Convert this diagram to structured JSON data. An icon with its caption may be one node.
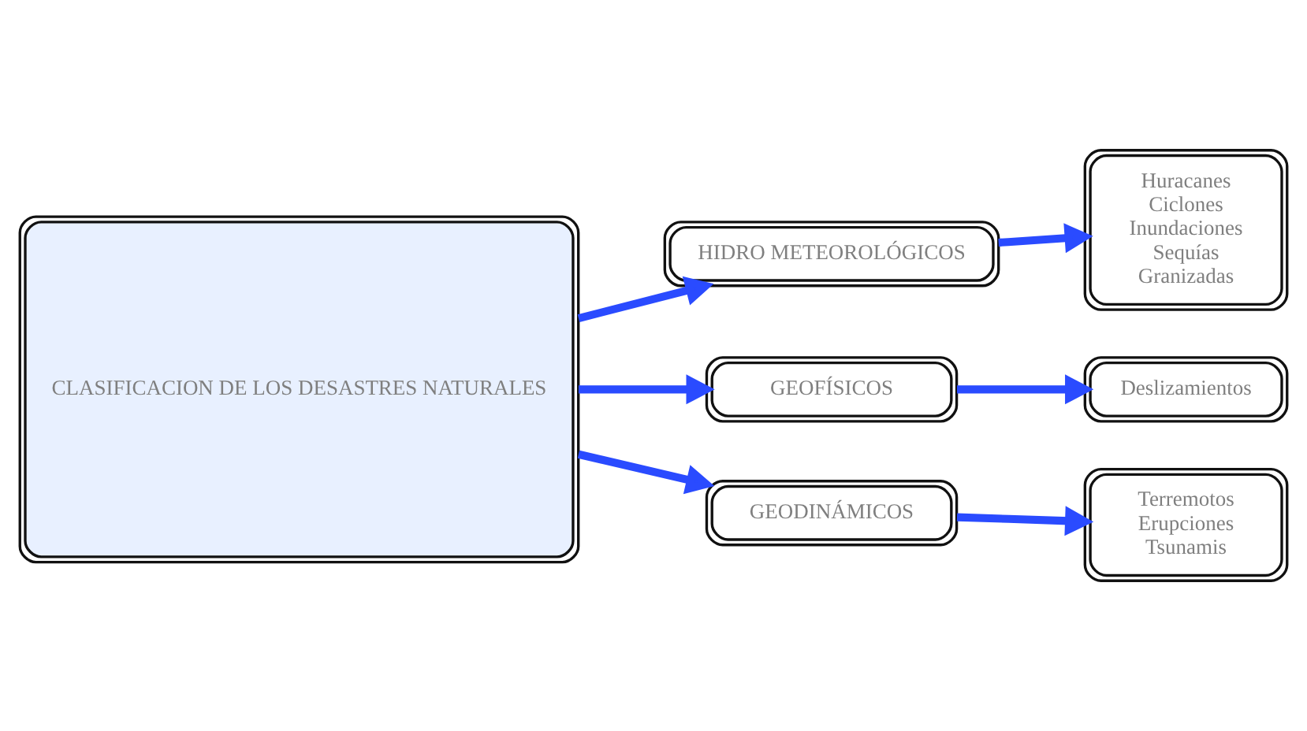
{
  "diagram": {
    "nodes": [
      {
        "text": [
          "CLASIFICACION DE LOS DESASTRES NATURALES"
        ]
      },
      {
        "text": [
          "HIDRO METEOROLÓGICOS"
        ]
      },
      {
        "text": [
          "Huracanes",
          "Ciclones",
          "Inundaciones",
          "Sequías",
          "Granizadas"
        ]
      },
      {
        "text": [
          "GEOFÍSICOS"
        ]
      },
      {
        "text": [
          "Deslizamientos"
        ]
      },
      {
        "text": [
          "GEODINÁMICOS"
        ]
      },
      {
        "text": [
          "Terremotos",
          "Erupciones",
          "Tsunamis"
        ]
      }
    ],
    "edges": [
      {
        "from": 0,
        "to": 1,
        "arrow": "to"
      },
      {
        "from": 0,
        "to": 3,
        "arrow": "to"
      },
      {
        "from": 0,
        "to": 5,
        "arrow": "to"
      },
      {
        "from": 1,
        "to": 2,
        "arrow": "to"
      },
      {
        "from": 3,
        "to": 4,
        "arrow": "to"
      },
      {
        "from": 5,
        "to": 6,
        "arrow": "to"
      }
    ]
  }
}
